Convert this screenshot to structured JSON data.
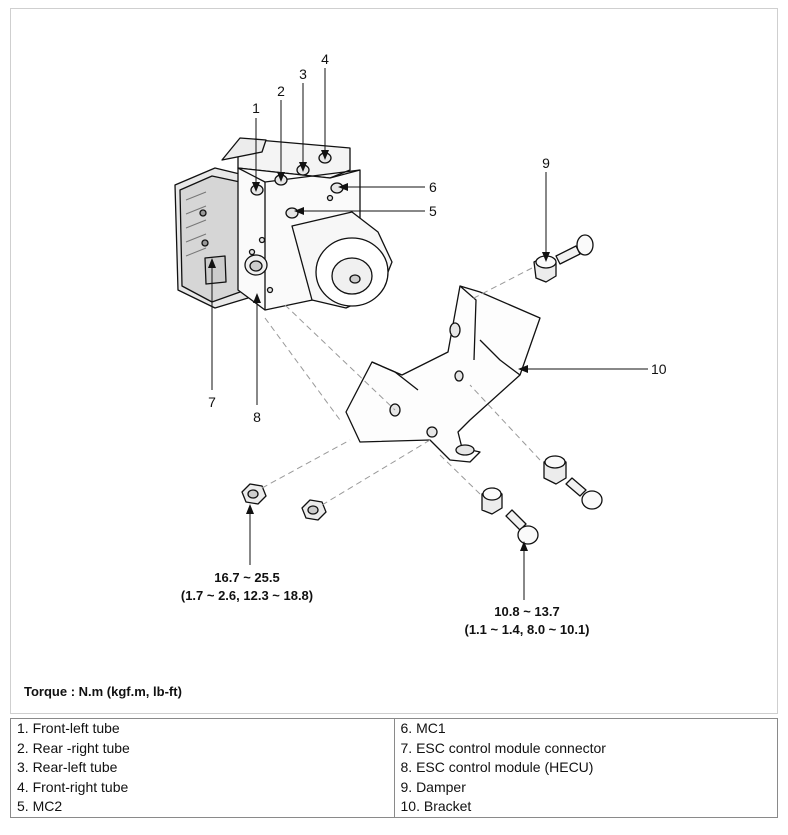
{
  "callouts": [
    "1",
    "2",
    "3",
    "4",
    "5",
    "6",
    "7",
    "8",
    "9",
    "10"
  ],
  "torques": {
    "left": {
      "line1": "16.7 ~ 25.5",
      "line2": "(1.7 ~ 2.6, 12.3 ~ 18.8)"
    },
    "right": {
      "line1": "10.8 ~ 13.7",
      "line2": "(1.1 ~ 1.4, 8.0 ~ 10.1)"
    }
  },
  "caption": "Torque : N.m (kgf.m, lb-ft)",
  "legend": {
    "left": [
      "1. Front-left tube",
      "2. Rear -right tube",
      "3. Rear-left tube",
      "4. Front-right tube",
      "5. MC2"
    ],
    "right": [
      "6. MC1",
      "7. ESC control module connector",
      "8. ESC control module (HECU)",
      "9. Damper",
      "10. Bracket"
    ]
  }
}
